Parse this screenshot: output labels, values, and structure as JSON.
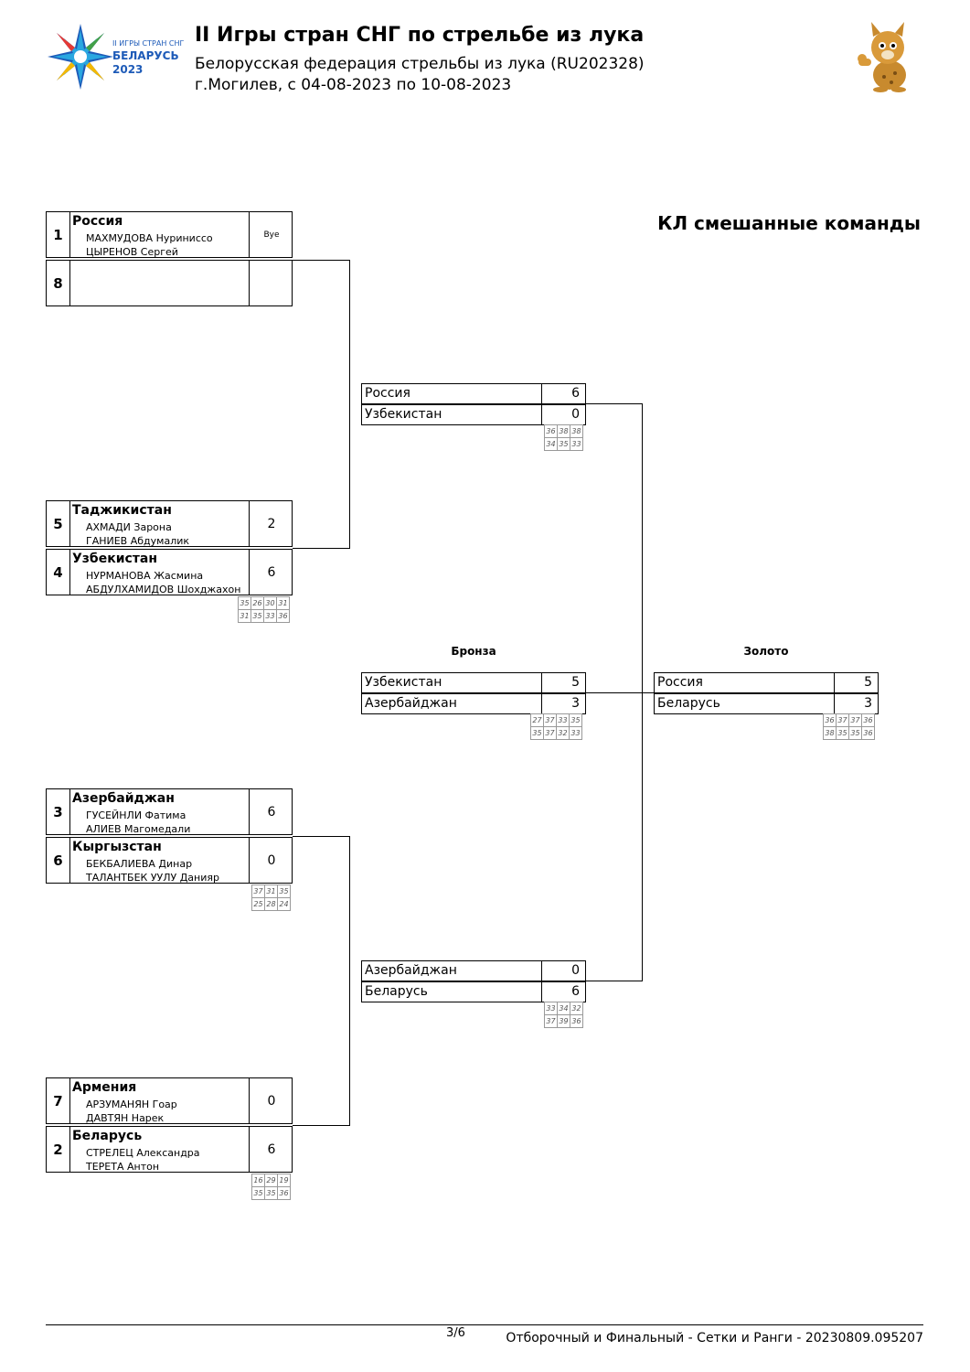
{
  "header": {
    "logo_text": [
      "II ИГРЫ СТРАН СНГ",
      "БЕЛАРУСЬ",
      "2023"
    ],
    "title": "II Игры стран СНГ по стрельбе из лука",
    "subtitle": "Белорусская федерация стрельбы из лука (RU202328)",
    "location": "г.Могилев, с 04-08-2023 по 10-08-2023"
  },
  "event_title": "КЛ смешанные команды",
  "round1": [
    {
      "seed": "1",
      "team": "Россия",
      "players": [
        "МАХМУДОВА Нуриниссо",
        "ЦЫРЕНОВ Сергей"
      ],
      "result": "Bye"
    },
    {
      "seed": "8",
      "team": "",
      "players": [
        "",
        ""
      ],
      "result": ""
    },
    {
      "seed": "5",
      "team": "Таджикистан",
      "players": [
        "АХМАДИ Зарона",
        "ГАНИЕВ Абдумалик"
      ],
      "result": "2"
    },
    {
      "seed": "4",
      "team": "Узбекистан",
      "players": [
        "НУРМАНОВА Жасмина",
        "АБДУЛХАМИДОВ Шохджахон"
      ],
      "result": "6"
    },
    {
      "seed": "3",
      "team": "Азербайджан",
      "players": [
        "ГУСЕЙНЛИ Фатима",
        "АЛИЕВ Магомедали"
      ],
      "result": "6"
    },
    {
      "seed": "6",
      "team": "Кыргызстан",
      "players": [
        "БЕКБАЛИЕВА Динар",
        "ТАЛАНТБЕК УУЛУ Данияр"
      ],
      "result": "0"
    },
    {
      "seed": "7",
      "team": "Армения",
      "players": [
        "АРЗУМАНЯН Гоар",
        "ДАВТЯН Нарек"
      ],
      "result": "0"
    },
    {
      "seed": "2",
      "team": "Беларусь",
      "players": [
        "СТРЕЛЕЦ Александра",
        "ТЕРЕТА Антон"
      ],
      "result": "6"
    }
  ],
  "round1_sets": [
    [
      [
        "35",
        "26",
        "30",
        "31"
      ],
      [
        "31",
        "35",
        "33",
        "36"
      ]
    ],
    [
      [
        "37",
        "31",
        "35"
      ],
      [
        "25",
        "28",
        "24"
      ]
    ],
    [
      [
        "16",
        "29",
        "19"
      ],
      [
        "35",
        "35",
        "36"
      ]
    ]
  ],
  "semifinals": [
    {
      "teams": [
        {
          "name": "Россия",
          "score": "6"
        },
        {
          "name": "Узбекистан",
          "score": "0"
        }
      ],
      "sets": [
        [
          "36",
          "38",
          "38"
        ],
        [
          "34",
          "35",
          "33"
        ]
      ]
    },
    {
      "teams": [
        {
          "name": "Азербайджан",
          "score": "0"
        },
        {
          "name": "Беларусь",
          "score": "6"
        }
      ],
      "sets": [
        [
          "33",
          "34",
          "32"
        ],
        [
          "37",
          "39",
          "36"
        ]
      ]
    }
  ],
  "bronze": {
    "label": "Бронза",
    "teams": [
      {
        "name": "Узбекистан",
        "score": "5"
      },
      {
        "name": "Азербайджан",
        "score": "3"
      }
    ],
    "sets": [
      [
        "27",
        "37",
        "33",
        "35"
      ],
      [
        "35",
        "37",
        "32",
        "33"
      ]
    ]
  },
  "gold": {
    "label": "Золото",
    "teams": [
      {
        "name": "Россия",
        "score": "5"
      },
      {
        "name": "Беларусь",
        "score": "3"
      }
    ],
    "sets": [
      [
        "36",
        "37",
        "37",
        "36"
      ],
      [
        "38",
        "35",
        "35",
        "36"
      ]
    ]
  },
  "footer": {
    "page": "3/6",
    "text": "Отборочный и Финальный - Сетки и Ранги - 20230809.095207"
  },
  "colors": {
    "logo_blue": "#1e5bb8",
    "logo_red": "#e53935",
    "logo_yellow": "#f5b800",
    "logo_cyan": "#2aa7e0",
    "logo_green": "#43a047",
    "mascot_brown": "#c88a2e"
  }
}
